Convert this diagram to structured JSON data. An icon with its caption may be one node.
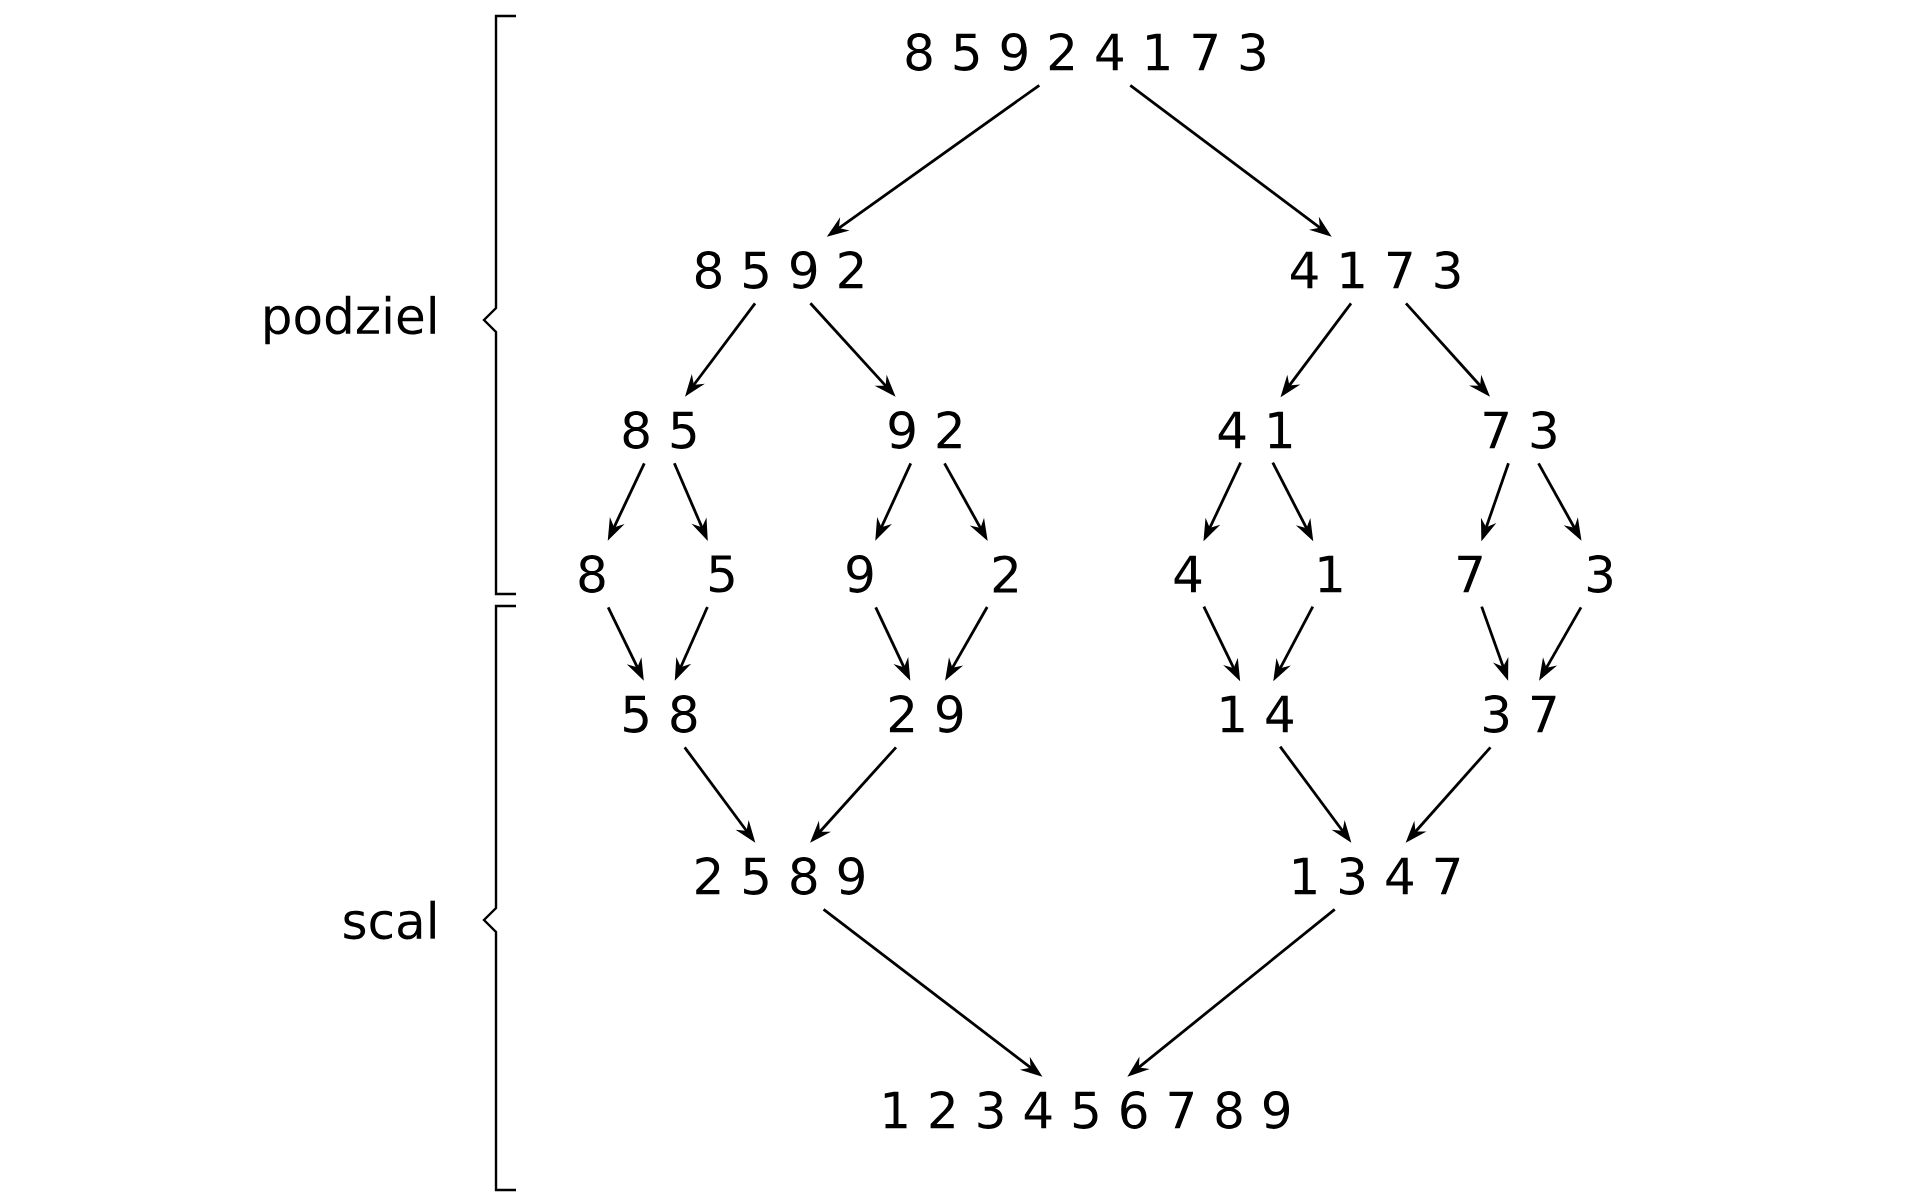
{
  "diagram": {
    "nodes": [
      {
        "text": [
          "8 5 9 2 4 1 7 3"
        ]
      },
      {
        "text": [
          "8 5 9 2"
        ]
      },
      {
        "text": [
          "4 1 7 3"
        ]
      },
      {
        "text": [
          "8 5"
        ]
      },
      {
        "text": [
          "9 2"
        ]
      },
      {
        "text": [
          "4 1"
        ]
      },
      {
        "text": [
          "7 3"
        ]
      },
      {
        "text": [
          "8"
        ]
      },
      {
        "text": [
          "5"
        ]
      },
      {
        "text": [
          "9"
        ]
      },
      {
        "text": [
          "2"
        ]
      },
      {
        "text": [
          "4"
        ]
      },
      {
        "text": [
          "1"
        ]
      },
      {
        "text": [
          "7"
        ]
      },
      {
        "text": [
          "3"
        ]
      },
      {
        "text": [
          "5 8"
        ]
      },
      {
        "text": [
          "2 9"
        ]
      },
      {
        "text": [
          "1 4"
        ]
      },
      {
        "text": [
          "3 7"
        ]
      },
      {
        "text": [
          "2 5 8 9"
        ]
      },
      {
        "text": [
          "1 3 4 7"
        ]
      },
      {
        "text": [
          "1 2 3 4 5 6 7 8 9"
        ]
      }
    ],
    "edges": [
      {
        "from": 0,
        "to": 1,
        "arrow": "to"
      },
      {
        "from": 0,
        "to": 2,
        "arrow": "to"
      },
      {
        "from": 1,
        "to": 3,
        "arrow": "to"
      },
      {
        "from": 1,
        "to": 4,
        "arrow": "to"
      },
      {
        "from": 2,
        "to": 5,
        "arrow": "to"
      },
      {
        "from": 2,
        "to": 6,
        "arrow": "to"
      },
      {
        "from": 3,
        "to": 7,
        "arrow": "to"
      },
      {
        "from": 3,
        "to": 8,
        "arrow": "to"
      },
      {
        "from": 4,
        "to": 9,
        "arrow": "to"
      },
      {
        "from": 4,
        "to": 10,
        "arrow": "to"
      },
      {
        "from": 5,
        "to": 11,
        "arrow": "to"
      },
      {
        "from": 5,
        "to": 12,
        "arrow": "to"
      },
      {
        "from": 6,
        "to": 13,
        "arrow": "to"
      },
      {
        "from": 6,
        "to": 14,
        "arrow": "to"
      },
      {
        "from": 7,
        "to": 15,
        "arrow": "to"
      },
      {
        "from": 8,
        "to": 15,
        "arrow": "to"
      },
      {
        "from": 9,
        "to": 16,
        "arrow": "to"
      },
      {
        "from": 10,
        "to": 16,
        "arrow": "to"
      },
      {
        "from": 11,
        "to": 17,
        "arrow": "to"
      },
      {
        "from": 12,
        "to": 17,
        "arrow": "to"
      },
      {
        "from": 13,
        "to": 18,
        "arrow": "to"
      },
      {
        "from": 14,
        "to": 18,
        "arrow": "to"
      },
      {
        "from": 15,
        "to": 19,
        "arrow": "to"
      },
      {
        "from": 16,
        "to": 19,
        "arrow": "to"
      },
      {
        "from": 17,
        "to": 20,
        "arrow": "to"
      },
      {
        "from": 18,
        "to": 20,
        "arrow": "to"
      },
      {
        "from": 19,
        "to": 21,
        "arrow": "to"
      },
      {
        "from": 20,
        "to": 21,
        "arrow": "to"
      }
    ],
    "labels": [
      "podziel",
      "scal"
    ]
  }
}
